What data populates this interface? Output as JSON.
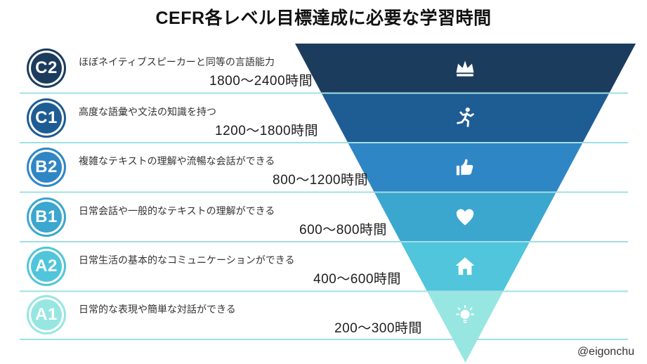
{
  "title": "CEFR各レベル目標達成に必要な学習時間",
  "watermark": "@eigonchu",
  "separator_color": "#9FE0E4",
  "levels": [
    {
      "code": "C2",
      "description": "ほぼネイティブスピーカーと同等の言語能力",
      "hours": "1800〜2400時間",
      "color": "#1C3C5E",
      "icon": "crown-icon"
    },
    {
      "code": "C1",
      "description": "高度な語彙や文法の知識を持つ",
      "hours": "1200〜1800時間",
      "color": "#1E5C94",
      "icon": "runner-icon"
    },
    {
      "code": "B2",
      "description": "複雑なテキストの理解や流暢な会話ができる",
      "hours": "800〜1200時間",
      "color": "#2F86C4",
      "icon": "thumbs-up-icon"
    },
    {
      "code": "B1",
      "description": "日常会話や一般的なテキストの理解ができる",
      "hours": "600〜800時間",
      "color": "#3BA6CE",
      "icon": "heart-icon"
    },
    {
      "code": "A2",
      "description": "日常生活の基本的なコミュニケーションができる",
      "hours": "400〜600時間",
      "color": "#50C5DB",
      "icon": "house-icon"
    },
    {
      "code": "A1",
      "description": "日常的な表現や簡単な対話ができる",
      "hours": "200〜300時間",
      "color": "#97E6E1",
      "icon": "lightbulb-icon"
    }
  ]
}
